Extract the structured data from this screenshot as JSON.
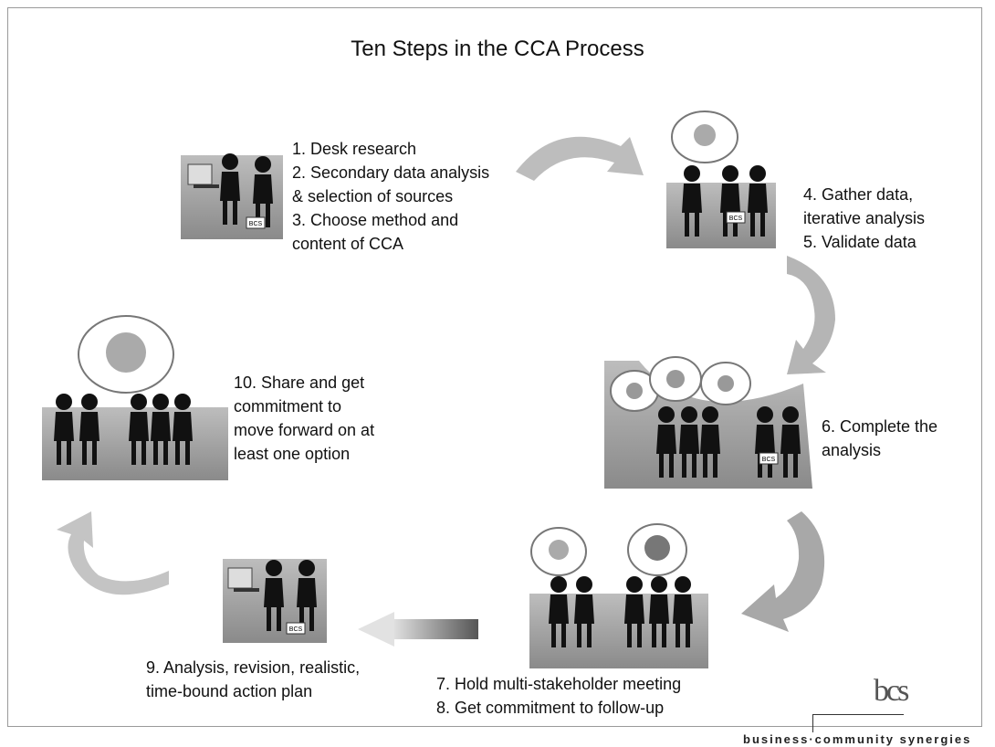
{
  "title": "Ten Steps in the CCA Process",
  "steps_1_3": [
    "1. Desk research",
    "2. Secondary data analysis",
    "& selection of sources",
    "3. Choose method and",
    "content of CCA"
  ],
  "steps_4_5": [
    "4. Gather data,",
    "iterative analysis",
    "5. Validate data"
  ],
  "step_6": [
    "6. Complete the",
    "analysis"
  ],
  "steps_7_8": [
    "7. Hold multi-stakeholder meeting",
    "8. Get commitment to follow-up"
  ],
  "step_9": [
    "9. Analysis, revision, realistic,",
    "time-bound action plan"
  ],
  "step_10": [
    "10. Share and get",
    "commitment to",
    "move forward on at",
    "least one option"
  ],
  "badge": "BCS",
  "logo": {
    "mark": "bcs",
    "text": "business·community synergies"
  }
}
